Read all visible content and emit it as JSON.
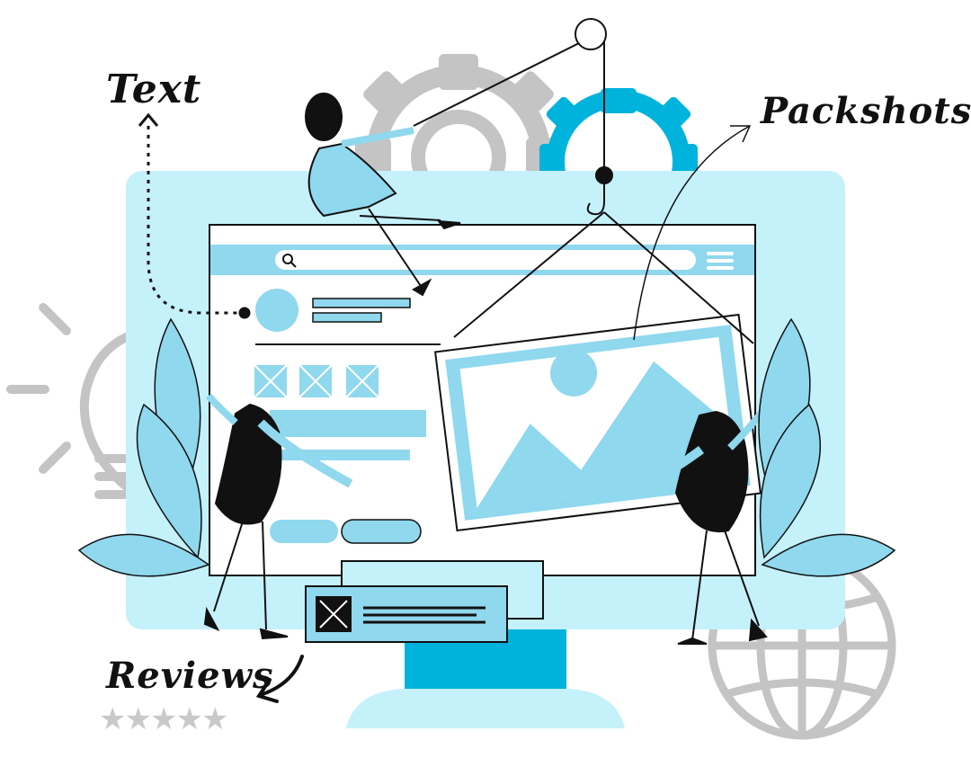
{
  "labels": {
    "text": "Text",
    "packshots": "Packshots",
    "reviews": "Reviews"
  },
  "reviews_rating": {
    "stars_shown": 5,
    "glyph": "★"
  },
  "colors": {
    "light_blue": "#c5f1fb",
    "mid_blue": "#8fd8ee",
    "accent_blue": "#00b3dc",
    "gray": "#c4c4c4",
    "ink": "#111111"
  },
  "icons": [
    "search-icon",
    "menu-icon",
    "image-icon",
    "gear-icon",
    "globe-icon",
    "lightbulb-icon",
    "star-icon"
  ]
}
